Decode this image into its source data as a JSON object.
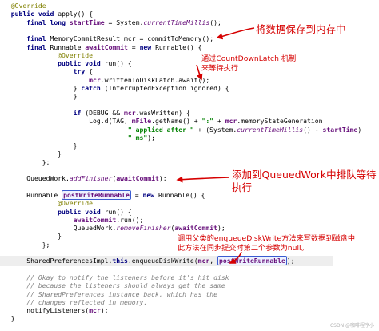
{
  "code": {
    "lines": [
      {
        "indent": 2,
        "tokens": [
          {
            "t": "@Override",
            "c": "an"
          }
        ]
      },
      {
        "indent": 2,
        "tokens": [
          {
            "t": "public void ",
            "c": "kw"
          },
          {
            "t": "apply() {",
            "c": "pl"
          }
        ]
      },
      {
        "indent": 6,
        "tokens": [
          {
            "t": "final long ",
            "c": "kw"
          },
          {
            "t": "startTime",
            "c": "fd"
          },
          {
            "t": " = System.",
            "c": "pl"
          },
          {
            "t": "currentTimeMillis",
            "c": "fi"
          },
          {
            "t": "();",
            "c": "pl"
          }
        ]
      },
      {
        "indent": 0,
        "tokens": []
      },
      {
        "indent": 6,
        "tokens": [
          {
            "t": "final ",
            "c": "kw"
          },
          {
            "t": "MemoryCommitResult mcr = commitToMemory();",
            "c": "pl"
          }
        ]
      },
      {
        "indent": 6,
        "tokens": [
          {
            "t": "final ",
            "c": "kw"
          },
          {
            "t": "Runnable ",
            "c": "pl"
          },
          {
            "t": "awaitCommit",
            "c": "fd"
          },
          {
            "t": " = ",
            "c": "pl"
          },
          {
            "t": "new ",
            "c": "kw"
          },
          {
            "t": "Runnable() {",
            "c": "pl"
          }
        ]
      },
      {
        "indent": 14,
        "tokens": [
          {
            "t": "@Override",
            "c": "an"
          }
        ]
      },
      {
        "indent": 14,
        "tokens": [
          {
            "t": "public void ",
            "c": "kw"
          },
          {
            "t": "run() {",
            "c": "pl"
          }
        ]
      },
      {
        "indent": 18,
        "tokens": [
          {
            "t": "try ",
            "c": "kw"
          },
          {
            "t": "{",
            "c": "pl"
          }
        ]
      },
      {
        "indent": 22,
        "tokens": [
          {
            "t": "mcr",
            "c": "fd"
          },
          {
            "t": ".writtenToDiskLatch.await();",
            "c": "pl"
          }
        ]
      },
      {
        "indent": 18,
        "tokens": [
          {
            "t": "} ",
            "c": "pl"
          },
          {
            "t": "catch ",
            "c": "kw"
          },
          {
            "t": "(InterruptedException ignored) {",
            "c": "pl"
          }
        ]
      },
      {
        "indent": 18,
        "tokens": [
          {
            "t": "}",
            "c": "pl"
          }
        ]
      },
      {
        "indent": 0,
        "tokens": []
      },
      {
        "indent": 18,
        "tokens": [
          {
            "t": "if ",
            "c": "kw"
          },
          {
            "t": "(DEBUG && ",
            "c": "pl"
          },
          {
            "t": "mcr",
            "c": "fd"
          },
          {
            "t": ".wasWritten) {",
            "c": "pl"
          }
        ]
      },
      {
        "indent": 22,
        "tokens": [
          {
            "t": "Log.d(TAG, ",
            "c": "pl"
          },
          {
            "t": "mFile",
            "c": "fd"
          },
          {
            "t": ".getName() + ",
            "c": "pl"
          },
          {
            "t": "\":\"",
            "c": "st"
          },
          {
            "t": " + ",
            "c": "pl"
          },
          {
            "t": "mcr",
            "c": "fd"
          },
          {
            "t": ".memoryStateGeneration",
            "c": "pl"
          }
        ]
      },
      {
        "indent": 30,
        "tokens": [
          {
            "t": "+ ",
            "c": "pl"
          },
          {
            "t": "\" applied after \"",
            "c": "st"
          },
          {
            "t": " + (System.",
            "c": "pl"
          },
          {
            "t": "currentTimeMillis",
            "c": "fi"
          },
          {
            "t": "() - ",
            "c": "pl"
          },
          {
            "t": "startTime",
            "c": "fd"
          },
          {
            "t": ")",
            "c": "pl"
          }
        ]
      },
      {
        "indent": 30,
        "tokens": [
          {
            "t": "+ ",
            "c": "pl"
          },
          {
            "t": "\" ms\"",
            "c": "st"
          },
          {
            "t": ");",
            "c": "pl"
          }
        ]
      },
      {
        "indent": 18,
        "tokens": [
          {
            "t": "}",
            "c": "pl"
          }
        ]
      },
      {
        "indent": 14,
        "tokens": [
          {
            "t": "}",
            "c": "pl"
          }
        ]
      },
      {
        "indent": 10,
        "tokens": [
          {
            "t": "};",
            "c": "pl"
          }
        ]
      },
      {
        "indent": 0,
        "tokens": []
      },
      {
        "indent": 6,
        "tokens": [
          {
            "t": "QueuedWork.",
            "c": "pl"
          },
          {
            "t": "addFinisher",
            "c": "fi"
          },
          {
            "t": "(",
            "c": "pl"
          },
          {
            "t": "awaitCommit",
            "c": "fd"
          },
          {
            "t": ");",
            "c": "pl"
          }
        ]
      },
      {
        "indent": 0,
        "tokens": []
      },
      {
        "indent": 6,
        "tokens": [
          {
            "t": "Runnable ",
            "c": "pl"
          },
          {
            "t": "postWriteRunnable",
            "c": "fd",
            "box": true
          },
          {
            "t": " = ",
            "c": "pl"
          },
          {
            "t": "new ",
            "c": "kw"
          },
          {
            "t": "Runnable() {",
            "c": "pl"
          }
        ]
      },
      {
        "indent": 14,
        "tokens": [
          {
            "t": "@Override",
            "c": "an"
          }
        ]
      },
      {
        "indent": 14,
        "tokens": [
          {
            "t": "public void ",
            "c": "kw"
          },
          {
            "t": "run() {",
            "c": "pl"
          }
        ]
      },
      {
        "indent": 18,
        "tokens": [
          {
            "t": "awaitCommit",
            "c": "fd"
          },
          {
            "t": ".run();",
            "c": "pl"
          }
        ]
      },
      {
        "indent": 18,
        "tokens": [
          {
            "t": "QueuedWork.",
            "c": "pl"
          },
          {
            "t": "removeFinisher",
            "c": "fi"
          },
          {
            "t": "(",
            "c": "pl"
          },
          {
            "t": "awaitCommit",
            "c": "fd"
          },
          {
            "t": ");",
            "c": "pl"
          }
        ]
      },
      {
        "indent": 14,
        "tokens": [
          {
            "t": "}",
            "c": "pl"
          }
        ]
      },
      {
        "indent": 10,
        "tokens": [
          {
            "t": "};",
            "c": "pl"
          }
        ]
      },
      {
        "indent": 0,
        "tokens": []
      },
      {
        "indent": 6,
        "highlight": true,
        "tokens": [
          {
            "t": "SharedPreferencesImpl.",
            "c": "pl"
          },
          {
            "t": "this",
            "c": "kw"
          },
          {
            "t": ".enqueueDiskWrite(",
            "c": "pl"
          },
          {
            "t": "mcr",
            "c": "fd"
          },
          {
            "t": ", ",
            "c": "pl"
          },
          {
            "t": "postWriteRunnable",
            "c": "fd",
            "box": true
          },
          {
            "t": ");",
            "c": "pl"
          }
        ]
      },
      {
        "indent": 0,
        "tokens": []
      },
      {
        "indent": 6,
        "tokens": [
          {
            "t": "// Okay to notify the listeners before it's hit disk",
            "c": "cm"
          }
        ]
      },
      {
        "indent": 6,
        "tokens": [
          {
            "t": "// because the listeners should always get the same",
            "c": "cm"
          }
        ]
      },
      {
        "indent": 6,
        "tokens": [
          {
            "t": "// SharedPreferences instance back, which has the",
            "c": "cm"
          }
        ]
      },
      {
        "indent": 6,
        "tokens": [
          {
            "t": "// changes reflected in memory.",
            "c": "cm"
          }
        ]
      },
      {
        "indent": 6,
        "tokens": [
          {
            "t": "notifyListeners(",
            "c": "pl"
          },
          {
            "t": "mcr",
            "c": "fd"
          },
          {
            "t": ");",
            "c": "pl"
          }
        ]
      },
      {
        "indent": 2,
        "tokens": [
          {
            "t": "}",
            "c": "pl"
          }
        ]
      }
    ]
  },
  "annotations": [
    {
      "id": "save-to-memory",
      "size": "big",
      "lines": [
        "将数据保存到内存中"
      ]
    },
    {
      "id": "countdownlatch",
      "size": "small",
      "lines": [
        "通过CountDownLatch 机制",
        "来等待执行"
      ]
    },
    {
      "id": "queued-work",
      "size": "big",
      "lines": [
        "添加到QueuedWork中排队等待",
        "执行"
      ]
    },
    {
      "id": "enqueue-disk-write",
      "size": "small",
      "lines": [
        "调用父类的enqueueDiskWrite方法来写数据到磁盘中",
        "此方法在同步提交时第二个参数为null。"
      ]
    }
  ],
  "colors": {
    "keyword": "#000080",
    "annotation": "#808000",
    "string": "#008000",
    "comment": "#808080",
    "field": "#660e7a",
    "note_red": "#d60000",
    "box_blue": "#3a5bd0"
  },
  "watermark": "CSDN @咖啡程序小"
}
